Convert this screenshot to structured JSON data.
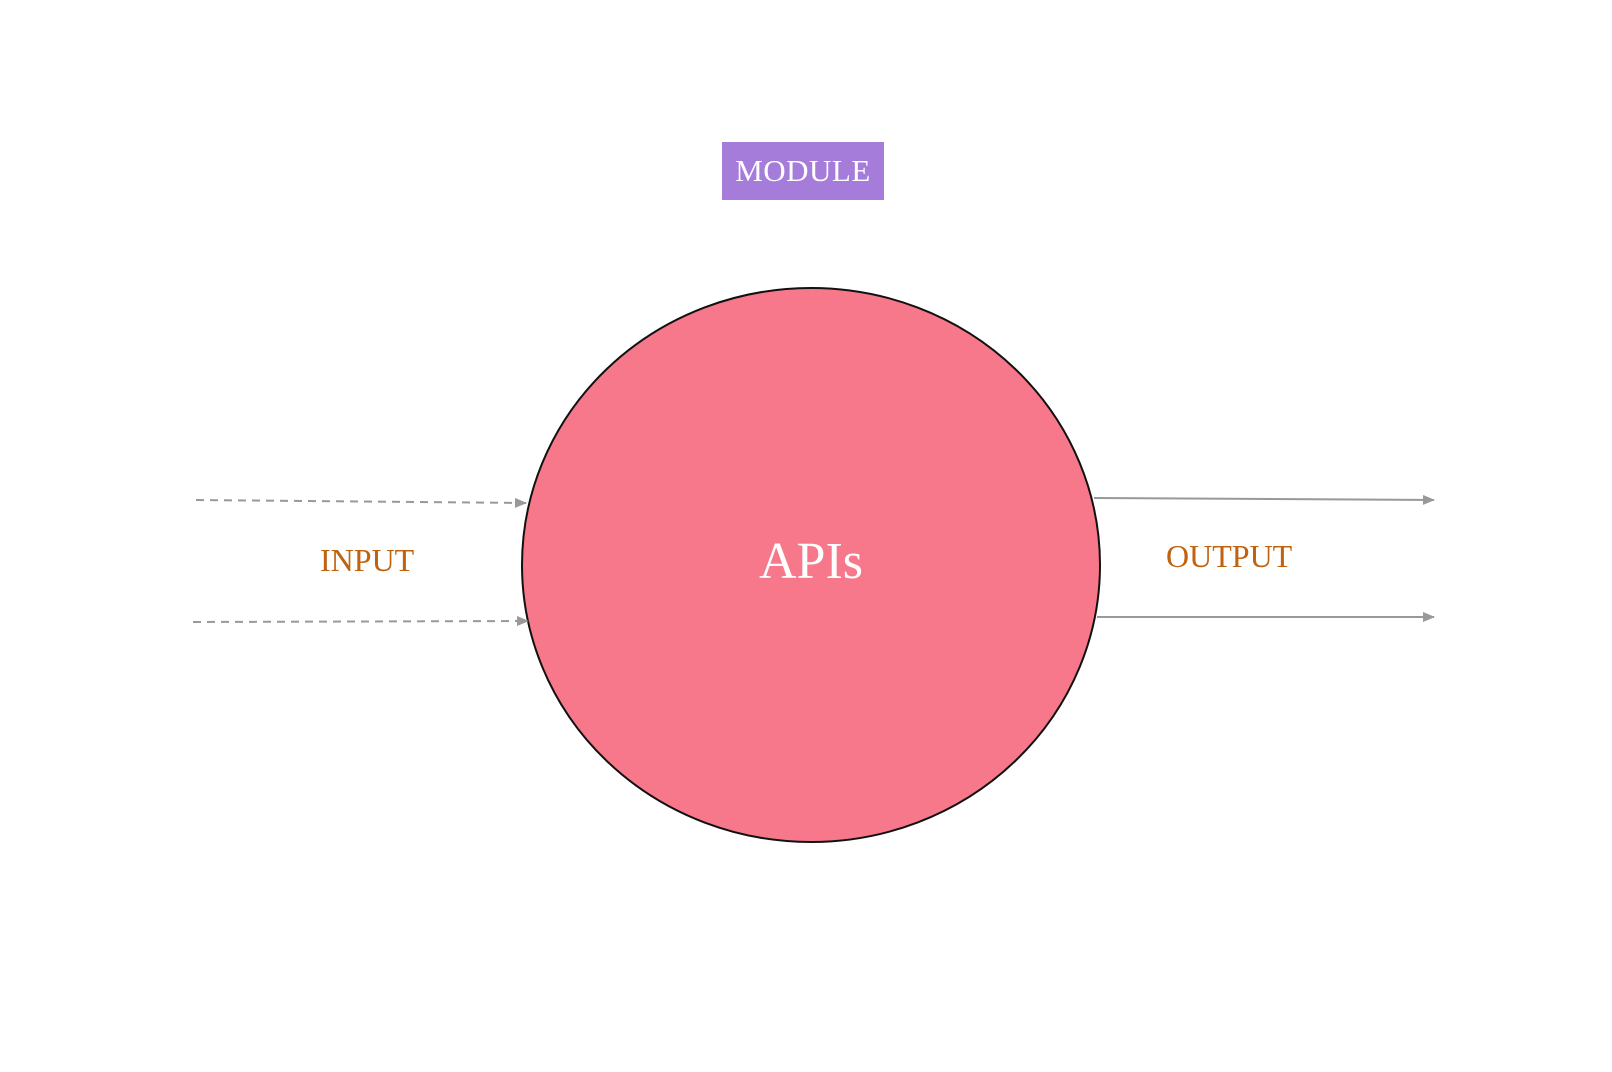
{
  "diagram": {
    "module_label": "MODULE",
    "node_label": "APIs",
    "input_label": "INPUT",
    "output_label": "OUTPUT",
    "colors": {
      "module_fill": "#a67cdb",
      "node_fill": "#f7788a",
      "node_stroke": "#111111",
      "arrow": "#999999",
      "io_text": "#c0620e"
    },
    "edges": [
      {
        "from": "input",
        "to": "APIs",
        "style": "dashed"
      },
      {
        "from": "input",
        "to": "APIs",
        "style": "dashed"
      },
      {
        "from": "APIs",
        "to": "output",
        "style": "solid"
      },
      {
        "from": "APIs",
        "to": "output",
        "style": "solid"
      }
    ]
  }
}
